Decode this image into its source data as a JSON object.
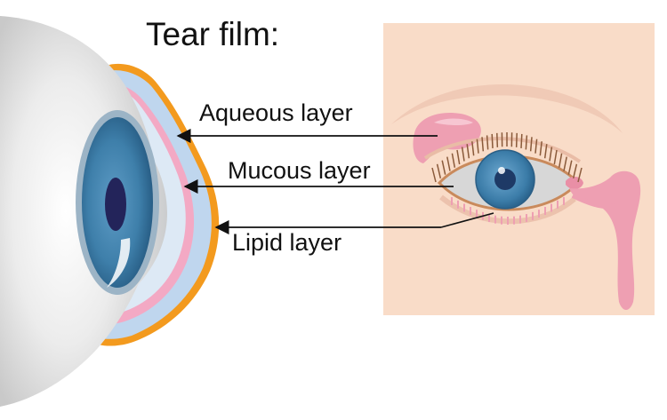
{
  "diagram": {
    "title": "Tear film:",
    "labels": {
      "aqueous": "Aqueous layer",
      "mucous": "Mucous layer",
      "lipid": "Lipid layer"
    }
  },
  "colors": {
    "lipid_layer": "#F39A1E",
    "aqueous_layer": "#BFD6EE",
    "mucous_layer": "#F3A9C4",
    "skin_panel": "#F9DCC8",
    "iris": "#3E7FAA",
    "pupil": "#23245A",
    "lacrimal_gland": "#EE9FB2"
  }
}
